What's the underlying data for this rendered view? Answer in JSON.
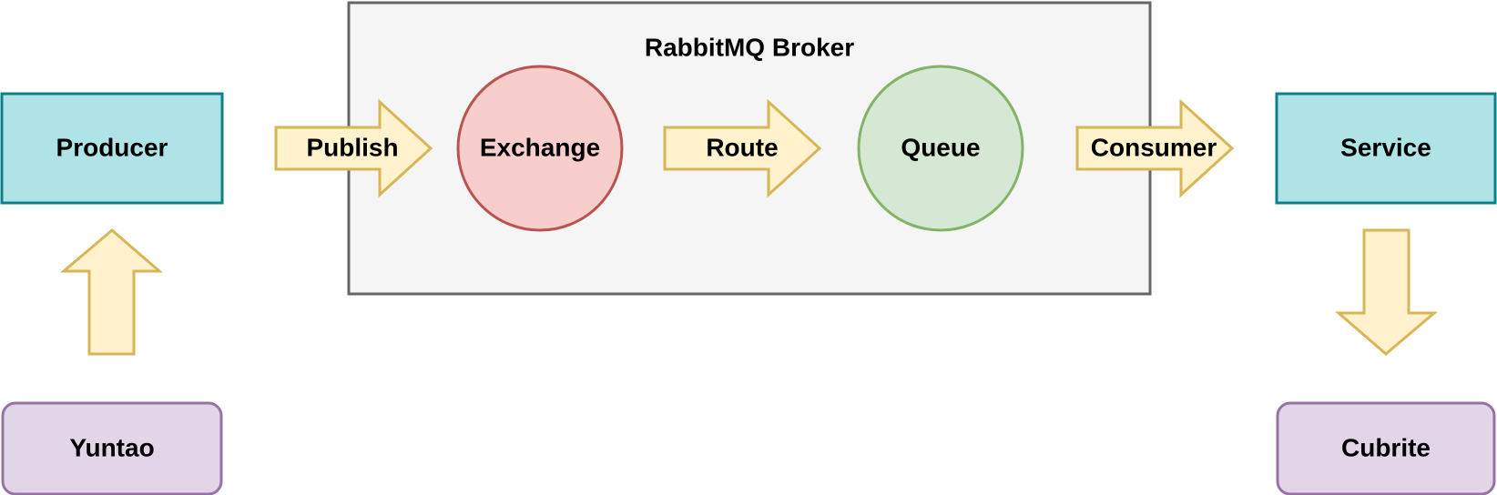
{
  "broker": {
    "title": "RabbitMQ Broker",
    "fill": "#f5f5f5",
    "stroke": "#666666"
  },
  "nodes": {
    "producer": "Producer",
    "service": "Service",
    "yuntao": "Yuntao",
    "cubrite": "Cubrite",
    "exchange": "Exchange",
    "queue": "Queue"
  },
  "arrows": {
    "publish": "Publish",
    "route": "Route",
    "consumer": "Consumer"
  },
  "colors": {
    "teal_fill": "#b0e3e6",
    "teal_stroke": "#0e8088",
    "purple_fill": "#e1d5e7",
    "purple_stroke": "#9673a6",
    "red_fill": "#f8cecc",
    "red_stroke": "#b85450",
    "green_fill": "#d5e8d4",
    "green_stroke": "#82b366",
    "arrow_fill": "#fff2cc",
    "arrow_stroke": "#d6b656"
  }
}
